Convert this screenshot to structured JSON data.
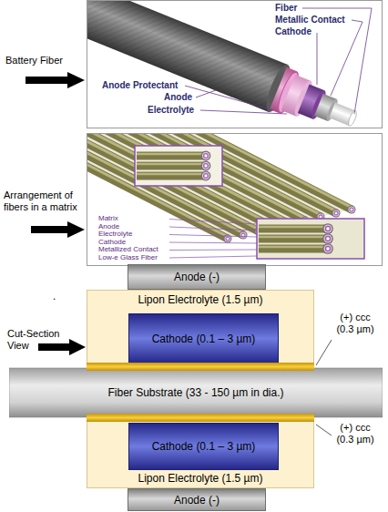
{
  "diagram": {
    "nodes": [
      {
        "text": [
          "Anode (-)"
        ]
      },
      {
        "text": [
          "Lipon Electrolyte (1.5 µm)",
          "Lipon Electrolyte (1.5 µm)"
        ]
      },
      {
        "text": [
          "Cathode (0.1 – 3 µm)"
        ],
        "in": 1
      },
      {
        "text": [
          "Fiber Substrate (33 - 150 µm in dia.)"
        ]
      },
      {
        "text": [
          "Cathode (0.1 – 3 µm)"
        ],
        "in": 1
      },
      {
        "text": [
          "Anode (-)"
        ]
      }
    ],
    "labels": [
      "Battery Fiber",
      "Fiber",
      "Metallic Contact",
      "Cathode",
      "Anode Protectant",
      "Anode",
      "Electrolyte",
      "Arrangement of fibers in a matrix",
      "Matrix",
      "Anode",
      "Electrolyte",
      "Cathode",
      "Metallized Contact",
      "Low-e Glass Fiber",
      ".",
      "Cut-Section View",
      "(+) ccc (0.3 µm)",
      "(+) ccc (0.3 µm)"
    ]
  }
}
